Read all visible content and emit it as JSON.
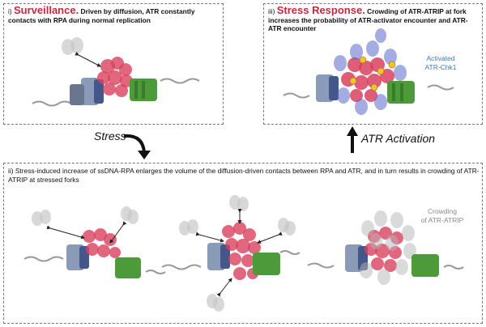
{
  "panel_i": {
    "numeral": "i) ",
    "title": "Surveillance.",
    "text": " Driven by diffusion, ATR constantly contacts with RPA during normal replication"
  },
  "panel_iii": {
    "numeral": "iii) ",
    "title": "Stress Response.",
    "text": " Crowding of ATR-ATRIP at fork increases the probability of ATR-activator encounter and ATR-ATR encounter",
    "side_label_line1": "Activated",
    "side_label_line2": "ATR-Chk1"
  },
  "panel_ii": {
    "text": "ii) Stress-induced increase of ssDNA-RPA enlarges the volume of the diffusion-driven contacts between RPA and ATR, and in turn results in crowding of ATR-ATRIP at stressed forks",
    "side_label_line1": "Crowding",
    "side_label_line2": "of ATR-ATRIP"
  },
  "transitions": {
    "stress": "Stress",
    "activation": "ATR Activation"
  },
  "colors": {
    "rpa": "#d9415e",
    "atr_light": "#c8c8c8",
    "atr_blue": "#5b67c9",
    "activator": "#f2c32c",
    "helicase": "#4c9a3a",
    "polymerase": "#7c8aa8",
    "title_red": "#c5283d",
    "label_blue": "#3a7ab8"
  }
}
